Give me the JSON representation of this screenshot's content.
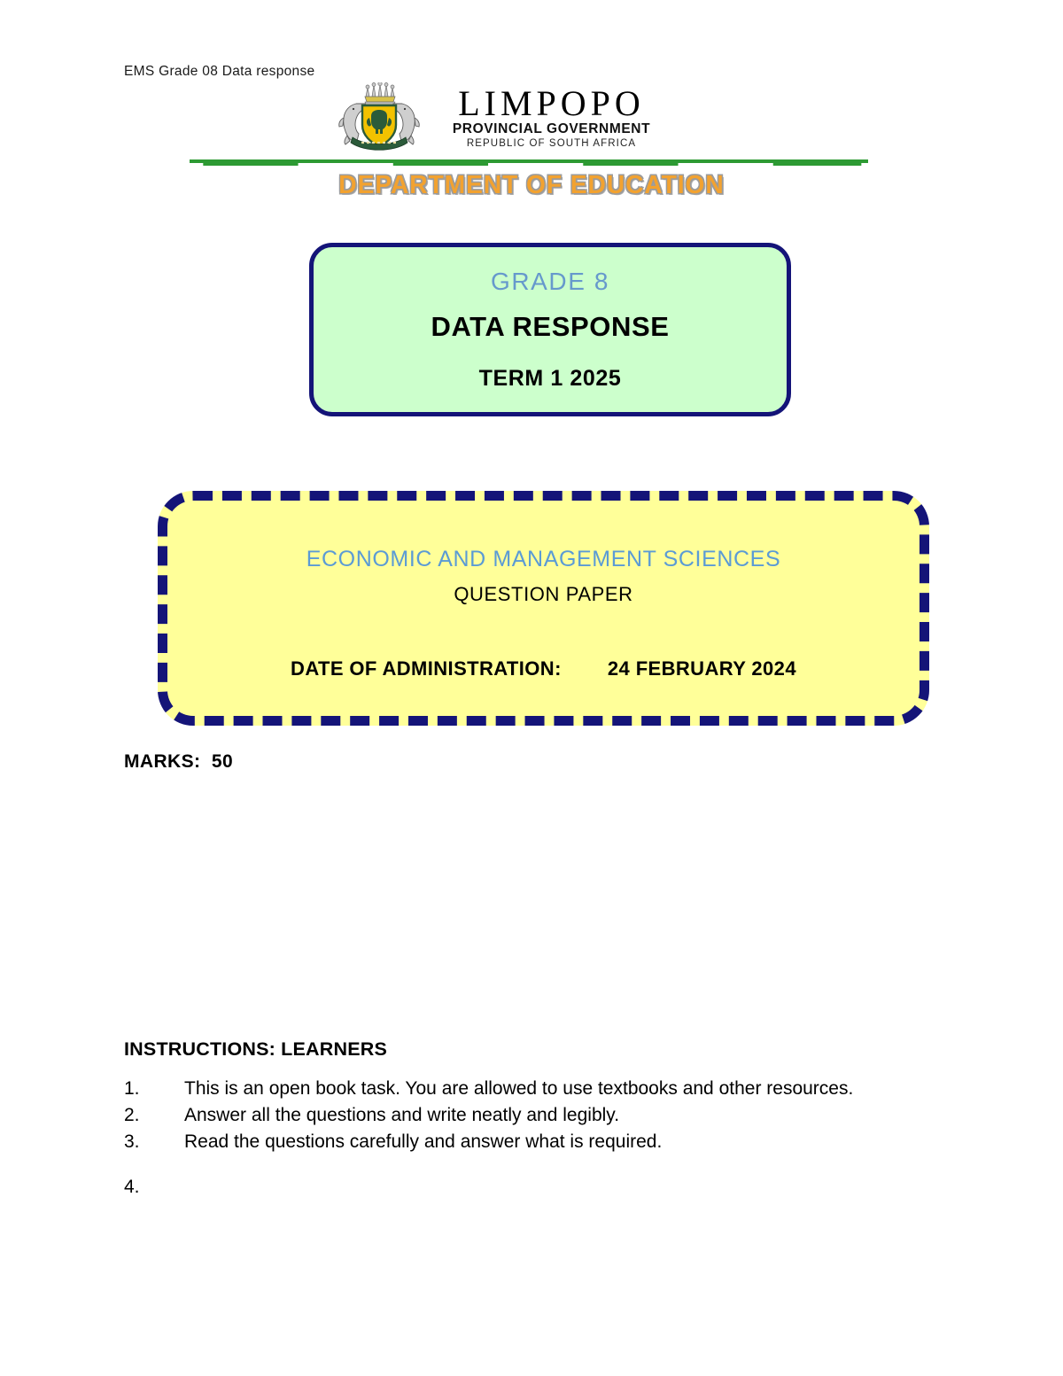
{
  "doc_header": "EMS Grade 08 Data response",
  "logo": {
    "crest_icon": "limpopo-coat-of-arms-icon",
    "province": "LIMPOPO",
    "tier": "PROVINCIAL GOVERNMENT",
    "country": "REPUBLIC OF SOUTH AFRICA",
    "department": "DEPARTMENT OF EDUCATION",
    "rule_color": "#2d9a33",
    "department_color": "#f2a230"
  },
  "title_box": {
    "grade": "GRADE 8",
    "paper_name": "DATA RESPONSE",
    "term": "TERM 1 2025",
    "fill_color": "#ccffcc",
    "border_color": "#141478",
    "grade_color": "#6699cc"
  },
  "info_box": {
    "subject": "ECONOMIC AND MANAGEMENT SCIENCES",
    "paper_type": "QUESTION PAPER",
    "date_label": "DATE OF ADMINISTRATION:",
    "date_value": "24 FEBRUARY 2024",
    "date_line": "DATE OF ADMINISTRATION:        24 FEBRUARY 2024",
    "fill_color": "#ffff99",
    "border_color": "#141478",
    "subject_color": "#5b9bd5"
  },
  "marks": {
    "label": "MARKS:",
    "value": "50",
    "line": "MARKS:  50"
  },
  "instructions": {
    "heading": "INSTRUCTIONS: LEARNERS",
    "items": [
      {
        "number": "1.",
        "text": "This is an open book task. You are allowed to use textbooks and other resources."
      },
      {
        "number": "2.",
        "text": "Answer all the questions and write neatly and legibly."
      },
      {
        "number": "3.",
        "text": "Read the questions carefully and answer what is required."
      },
      {
        "number": "4.",
        "text": ""
      }
    ]
  }
}
